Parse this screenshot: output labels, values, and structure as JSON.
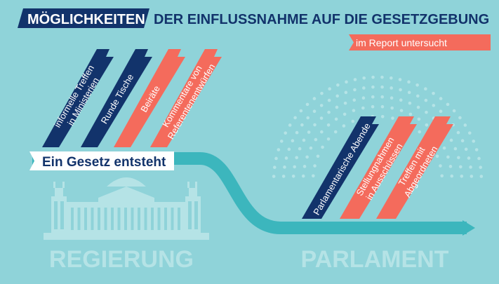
{
  "title": {
    "highlight": "MÖGLICHKEITEN",
    "rest": "DER EINFLUSSNAHME AUF DIE GESETZGEBUNG"
  },
  "legend": {
    "label": "im Report untersucht"
  },
  "process": {
    "label": "Ein Gesetz entsteht"
  },
  "regions": {
    "government": "REGIERUNG",
    "parliament": "PARLAMENT"
  },
  "government_ribbons": [
    {
      "lines": [
        "informelle Treffen",
        "in Ministerien"
      ],
      "color": "#12336b"
    },
    {
      "lines": [
        "Runde Tische"
      ],
      "color": "#12336b"
    },
    {
      "lines": [
        "Beiräte"
      ],
      "color": "#f46b5c"
    },
    {
      "lines": [
        "Kommentare von",
        "Referentenentwürfen"
      ],
      "color": "#f46b5c"
    }
  ],
  "parliament_ribbons": [
    {
      "lines": [
        "Parlamentarische Abende"
      ],
      "color": "#12336b"
    },
    {
      "lines": [
        "Stellungnahmen",
        "in Ausschüssen"
      ],
      "color": "#f46b5c"
    },
    {
      "lines": [
        "Treffen mit",
        "Abgeordneten"
      ],
      "color": "#f46b5c"
    }
  ],
  "colors": {
    "background": "#8fd3d9",
    "navy": "#12336b",
    "coral": "#f46b5c",
    "teal": "#3cb6bd",
    "ghost": "#b5e3e6"
  }
}
